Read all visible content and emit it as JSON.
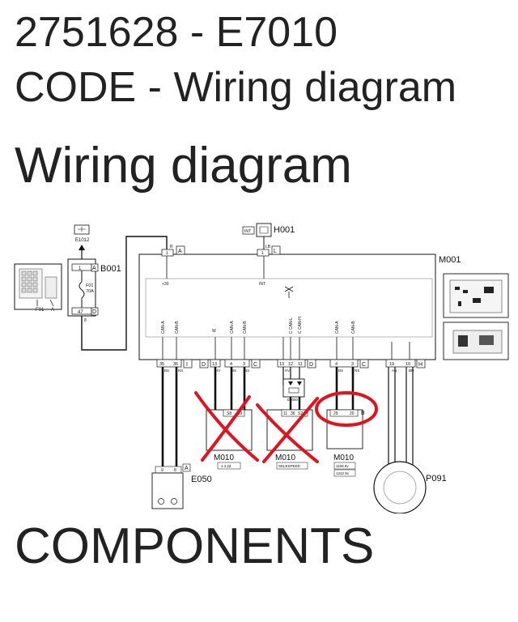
{
  "header": {
    "title_line1": "2751628 - E7010",
    "title_line2": "CODE - Wiring diagram"
  },
  "section_wiring": "Wiring diagram",
  "section_components": "COMPONENTS",
  "diagram": {
    "components": {
      "h001": "H001",
      "m001": "M001",
      "b001": "B001",
      "e1012": "E1012",
      "f01": "F01",
      "f01_rating": "F01\n70A",
      "e050": "E050",
      "p091": "P091",
      "e1050": "E1050",
      "m010": "M010"
    },
    "connector_letters": {
      "a1": "A",
      "l": "L",
      "a2": "A",
      "d1": "D",
      "i": "I",
      "d2": "D",
      "c1": "C",
      "h": "H",
      "c2": "C",
      "d3": "D",
      "b": "B"
    },
    "module_labels": {
      "m010_left_sub": "1.3 jtd",
      "m010_mid_sub": "SELESPEED",
      "m010_right_sub1": "1108 8v",
      "m010_right_sub2": "1242 8v"
    },
    "wire_codes": {
      "int": "INT",
      "plus30": "+30",
      "lb": "LB",
      "r": "R",
      "b": "B",
      "bs": "BS",
      "ns": "NS",
      "hv": "HV",
      "w": "W",
      "an": "AN",
      "bn": "BN"
    },
    "signal_labels": [
      "CAN-A",
      "CAN-B",
      "W",
      "CAN-A",
      "CAN-B",
      "C CAN-L",
      "C CAN-H",
      "CAN-A",
      "CAN-B"
    ],
    "pin_numbers": {
      "top_row": [
        "35",
        "36",
        "13",
        "4",
        "3",
        "13",
        "12",
        "11",
        "4",
        "3",
        "19",
        "10"
      ],
      "m010_left": [
        "S8",
        "S9"
      ],
      "m010_mid": [
        "11",
        "36",
        "S2"
      ],
      "m010_right": [
        "29",
        "20"
      ],
      "e050": [
        "9",
        "8"
      ],
      "b001_top": "1",
      "b001_bottom": "47",
      "b001_bottom2": "8",
      "h001": "1",
      "m001_left": "1"
    },
    "annotation_color": "#e0141e",
    "line_color": "#111111"
  }
}
